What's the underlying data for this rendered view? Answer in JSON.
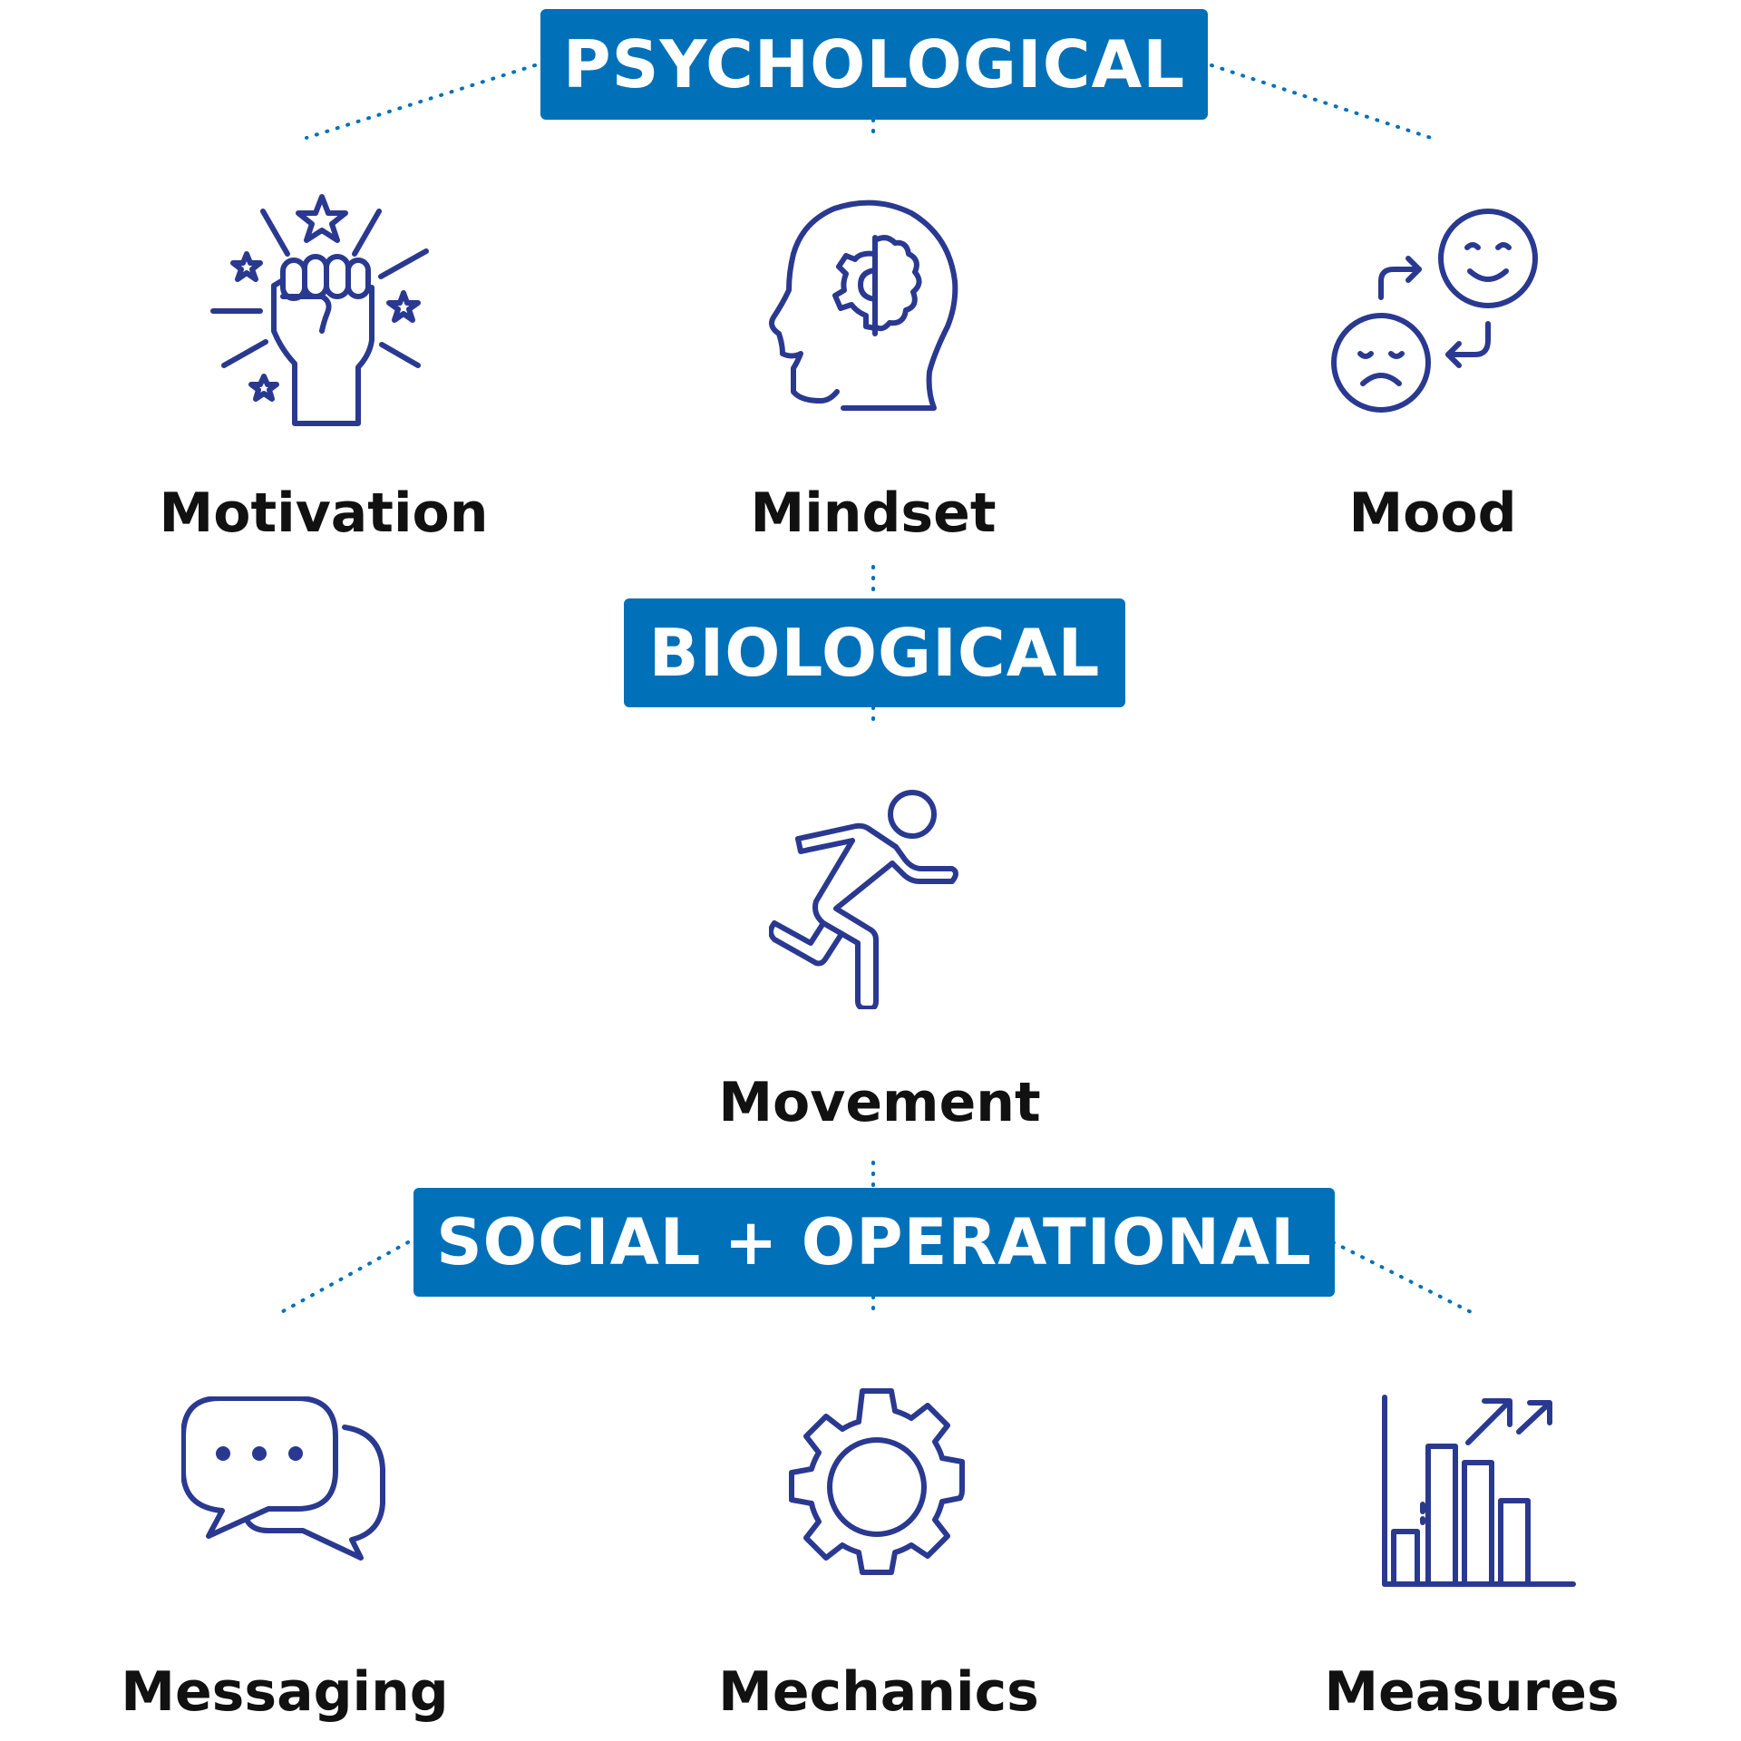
{
  "categories": {
    "psychological": "PSYCHOLOGICAL",
    "biological": "BIOLOGICAL",
    "social_operational": "SOCIAL + OPERATIONAL"
  },
  "items": {
    "motivation": {
      "label": "Motivation",
      "icon": "raised-fist-icon"
    },
    "mindset": {
      "label": "Mindset",
      "icon": "head-brain-gear-icon"
    },
    "mood": {
      "label": "Mood",
      "icon": "mood-change-icon"
    },
    "movement": {
      "label": "Movement",
      "icon": "running-person-icon"
    },
    "messaging": {
      "label": "Messaging",
      "icon": "chat-bubbles-icon"
    },
    "mechanics": {
      "label": "Mechanics",
      "icon": "gear-icon"
    },
    "measures": {
      "label": "Measures",
      "icon": "growth-chart-icon"
    }
  },
  "colors": {
    "category_bg": "#0070b8",
    "category_text": "#ffffff",
    "icon_stroke": "#2a3990",
    "connector": "#0070b8",
    "label_text": "#111111"
  }
}
